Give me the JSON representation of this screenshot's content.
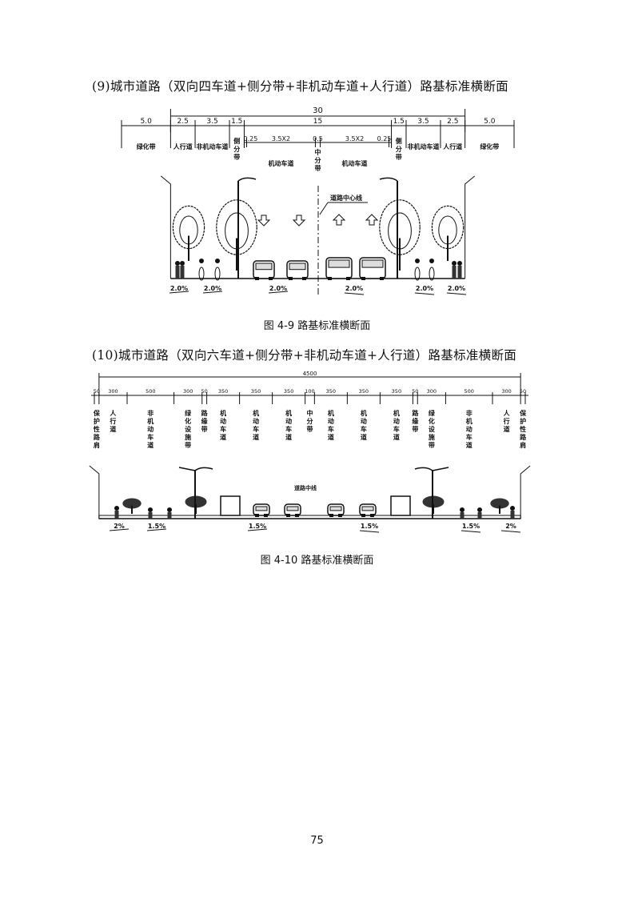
{
  "section9": {
    "heading": "(9)城市道路（双向四车道+侧分带+非机动车道+人行道）路基标准横断面",
    "caption": "图 4-9   路基标准横断面",
    "total_label": "30",
    "segments": [
      {
        "value": 5.0,
        "label": "5.0",
        "name": "绿化带"
      },
      {
        "value": 2.5,
        "label": "2.5",
        "name": "人行道"
      },
      {
        "value": 3.5,
        "label": "3.5",
        "name": "非机动车道"
      },
      {
        "value": 1.5,
        "label": "1.5",
        "name": "侧分带"
      },
      {
        "value": 15,
        "label": "15",
        "name": ""
      },
      {
        "value": 1.5,
        "label": "1.5",
        "name": "侧分带"
      },
      {
        "value": 3.5,
        "label": "3.5",
        "name": "非机动车道"
      },
      {
        "value": 2.5,
        "label": "2.5",
        "name": "人行道"
      },
      {
        "value": 5.0,
        "label": "5.0",
        "name": "绿化带"
      }
    ],
    "sub_segments": [
      {
        "value": 0.25,
        "label": "0.25",
        "name": ""
      },
      {
        "value": 7,
        "label": "3.5X2",
        "name": "机动车道"
      },
      {
        "value": 0.5,
        "label": "0.5",
        "name": "中分带"
      },
      {
        "value": 7,
        "label": "3.5X2",
        "name": "机动车道"
      },
      {
        "value": 0.25,
        "label": "0.25",
        "name": ""
      }
    ],
    "centerline_label": "道路中心线",
    "slopes": [
      "2.0%",
      "2.0%",
      "2.0%",
      "2.0%",
      "2.0%",
      "2.0%"
    ]
  },
  "section10": {
    "heading": "(10)城市道路（双向六车道+侧分带+非机动车道+人行道）路基标准横断面",
    "caption": "图 4-10   路基标准横断面",
    "total_label": "4500",
    "segments": [
      {
        "value": 50,
        "label": "50",
        "name": "保护性路肩"
      },
      {
        "value": 300,
        "label": "300",
        "name": "人行道"
      },
      {
        "value": 500,
        "label": "500",
        "name": "非机动车道"
      },
      {
        "value": 300,
        "label": "300",
        "name": "绿化设施带"
      },
      {
        "value": 50,
        "label": "50",
        "name": "路缘带"
      },
      {
        "value": 350,
        "label": "350",
        "name": "机动车道"
      },
      {
        "value": 350,
        "label": "350",
        "name": "机动车道"
      },
      {
        "value": 350,
        "label": "350",
        "name": "机动车道"
      },
      {
        "value": 100,
        "label": "100",
        "name": "中分带"
      },
      {
        "value": 350,
        "label": "350",
        "name": "机动车道"
      },
      {
        "value": 350,
        "label": "350",
        "name": "机动车道"
      },
      {
        "value": 350,
        "label": "350",
        "name": "机动车道"
      },
      {
        "value": 50,
        "label": "50",
        "name": "路缘带"
      },
      {
        "value": 300,
        "label": "300",
        "name": "绿化设施带"
      },
      {
        "value": 500,
        "label": "500",
        "name": "非机动车道"
      },
      {
        "value": 300,
        "label": "300",
        "name": "人行道"
      },
      {
        "value": 50,
        "label": "50",
        "name": "保护性路肩"
      }
    ],
    "centerline_label": "道路中线",
    "slopes": [
      "2%",
      "1.5%",
      "1.5%",
      "1.5%",
      "1.5%",
      "2%"
    ]
  },
  "page_number": "75"
}
